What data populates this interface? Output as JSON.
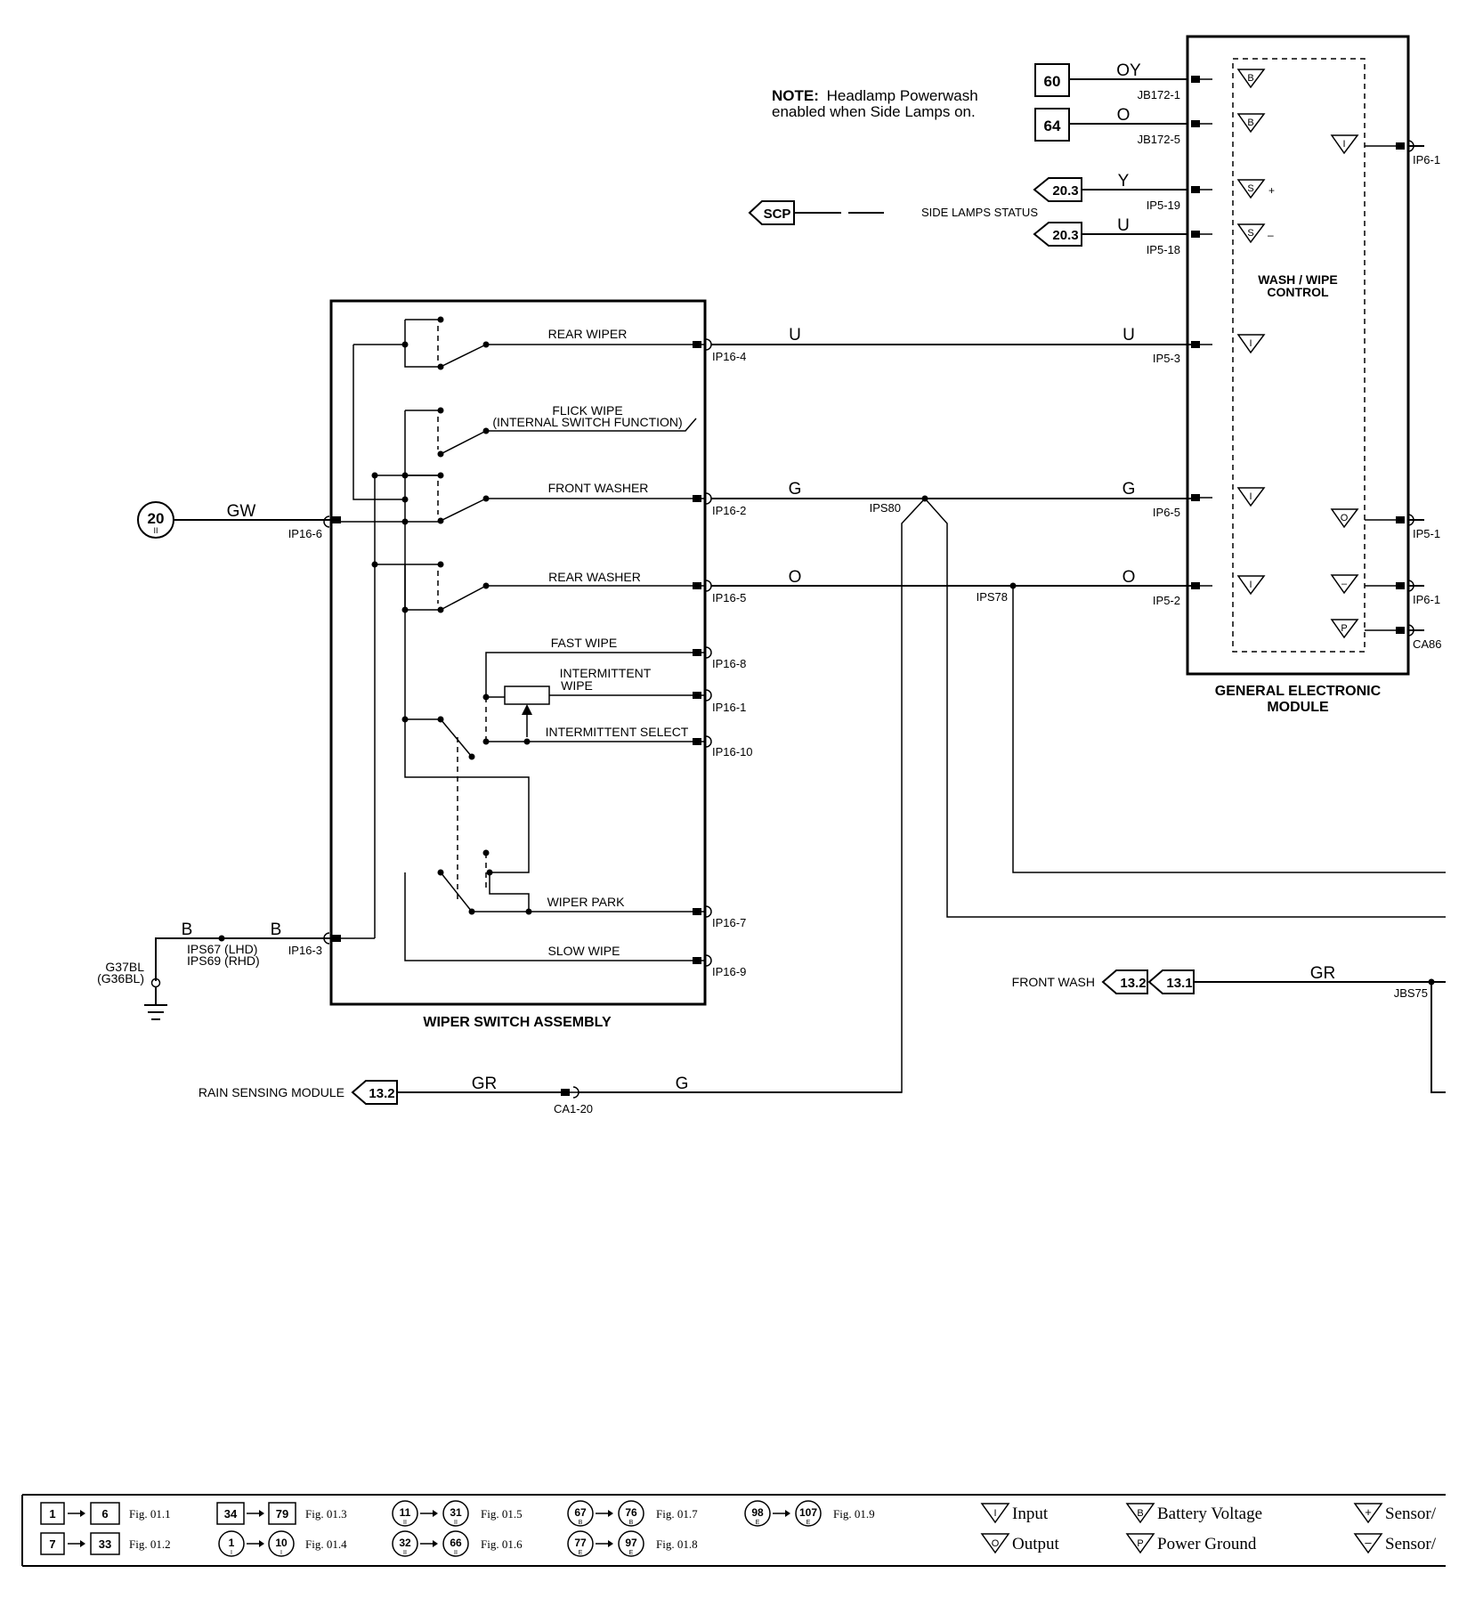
{
  "note": {
    "title": "NOTE:",
    "line1": "Headlamp Powerwash",
    "line2": "enabled when Side Lamps on."
  },
  "gem": {
    "title1": "GENERAL ELECTRONIC",
    "title2": "MODULE",
    "inner1": "WASH / WIPE",
    "inner2": "CONTROL",
    "inputs": [
      {
        "ref": "60",
        "wire": "OY",
        "pin": "JB172-1",
        "sym": "B"
      },
      {
        "ref": "64",
        "wire": "O",
        "pin": "JB172-5",
        "sym": "B"
      },
      {
        "ref": "20.3",
        "wire": "Y",
        "pin": "IP5-19",
        "sym": "S",
        "sign": "+"
      },
      {
        "ref": "20.3",
        "wire": "U",
        "pin": "IP5-18",
        "sym": "S",
        "sign": "–"
      }
    ],
    "right_pins": [
      "IP6-1",
      "IP5-1",
      "IP6-1",
      "CA86"
    ],
    "right_syms": [
      "I",
      "O",
      "–",
      "P"
    ]
  },
  "scp": {
    "label": "SCP",
    "status": "SIDE LAMPS STATUS"
  },
  "wiper": {
    "title": "WIPER SWITCH ASSEMBLY",
    "feed": {
      "ref": "20",
      "sub": "II",
      "wire": "GW",
      "pin": "IP16-6"
    },
    "ground": {
      "wire1": "B",
      "wire2": "B",
      "splice1": "IPS67 (LHD)",
      "splice2": "IPS69 (RHD)",
      "gnd1": "G37BL",
      "gnd2": "(G36BL)",
      "pin": "IP16-3"
    },
    "functions": [
      {
        "label": "REAR WIPER",
        "pin": "IP16-4",
        "wire": "U",
        "gem_wire": "U",
        "gem_pin": "IP5-3"
      },
      {
        "label": "FLICK WIPE",
        "label2": "(INTERNAL SWITCH FUNCTION)"
      },
      {
        "label": "FRONT WASHER",
        "pin": "IP16-2",
        "wire": "G",
        "gem_wire": "G",
        "gem_pin": "IP6-5",
        "splice": "IPS80"
      },
      {
        "label": "REAR WASHER",
        "pin": "IP16-5",
        "wire": "O",
        "gem_wire": "O",
        "gem_pin": "IP5-2",
        "splice": "IPS78"
      },
      {
        "label": "FAST WIPE",
        "pin": "IP16-8"
      },
      {
        "label": "INTERMITTENT",
        "label2": "WIPE",
        "pin": "IP16-1"
      },
      {
        "label": "INTERMITTENT SELECT",
        "pin": "IP16-10"
      },
      {
        "label": "WIPER PARK",
        "pin": "IP16-7"
      },
      {
        "label": "SLOW WIPE",
        "pin": "IP16-9"
      }
    ]
  },
  "front_wash": {
    "label": "FRONT WASH",
    "ref1": "13.2",
    "ref2": "13.1",
    "wire": "GR",
    "splice": "JBS75"
  },
  "rain": {
    "label": "RAIN SENSING MODULE",
    "ref": "13.2",
    "wire1": "GR",
    "wire2": "G",
    "pin": "CA1-20"
  },
  "legend": {
    "fig_refs": [
      {
        "from": "1",
        "to": "6",
        "fig": "Fig. 01.1",
        "shape": "square"
      },
      {
        "from": "7",
        "to": "33",
        "fig": "Fig. 01.2",
        "shape": "square"
      },
      {
        "from": "34",
        "to": "79",
        "fig": "Fig. 01.3",
        "shape": "square"
      },
      {
        "from": "1",
        "to": "10",
        "sub": "I",
        "fig": "Fig. 01.4",
        "shape": "circle"
      },
      {
        "from": "11",
        "to": "31",
        "sub": "II",
        "fig": "Fig. 01.5",
        "shape": "circle"
      },
      {
        "from": "32",
        "to": "66",
        "sub": "II",
        "fig": "Fig. 01.6",
        "shape": "circle"
      },
      {
        "from": "67",
        "to": "76",
        "sub": "B",
        "fig": "Fig. 01.7",
        "shape": "circle"
      },
      {
        "from": "77",
        "to": "97",
        "sub": "E",
        "fig": "Fig. 01.8",
        "shape": "circle"
      },
      {
        "from": "98",
        "to": "107",
        "sub": "E",
        "fig": "Fig. 01.9",
        "shape": "circle"
      }
    ],
    "symbols": [
      {
        "sym": "I",
        "label": "Input"
      },
      {
        "sym": "O",
        "label": "Output"
      },
      {
        "sym": "B",
        "label": "Battery Voltage"
      },
      {
        "sym": "P",
        "label": "Power Ground"
      },
      {
        "sym": "+",
        "label": "Sensor/"
      },
      {
        "sym": "–",
        "label": "Sensor/"
      }
    ]
  }
}
